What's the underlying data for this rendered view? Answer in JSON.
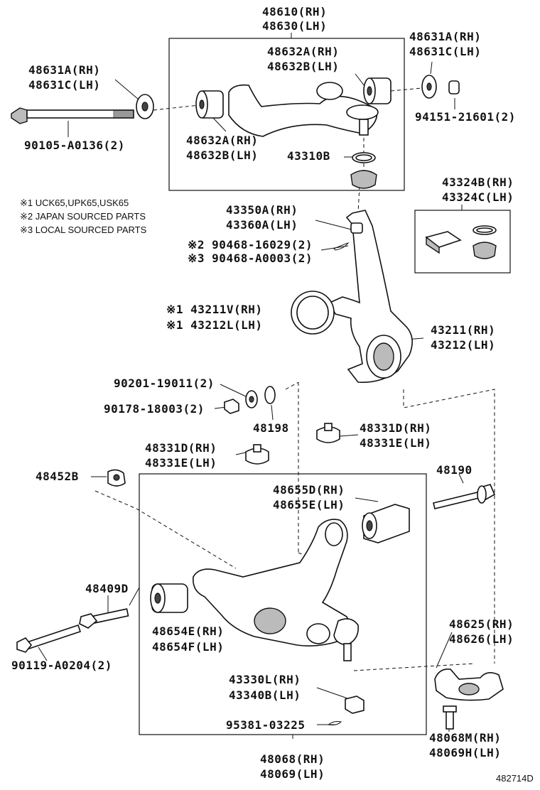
{
  "notes": {
    "n1": "※1 UCK65,UPK65,USK65",
    "n2": "※2 JAPAN SOURCED PARTS",
    "n3": "※3 LOCAL SOURCED PARTS"
  },
  "labels": {
    "upper_arm_rh": "48610(RH)",
    "upper_arm_lh": "48630(LH)",
    "bush_top_rh": "48632A(RH)",
    "bush_top_lh": "48632B(LH)",
    "washer_right_rh": "48631A(RH)",
    "washer_right_lh": "48631C(LH)",
    "washer_left_rh": "48631A(RH)",
    "washer_left_lh": "48631C(LH)",
    "nut_upper": "94151-21601(2)",
    "bolt_upper": "90105-A0136(2)",
    "bush_inner_rh": "48632A(RH)",
    "bush_inner_lh": "48632B(LH)",
    "ring_43310": "43310B",
    "kit_rh": "43324B(RH)",
    "kit_lh": "43324C(LH)",
    "nut_43350_rh": "43350A(RH)",
    "nut_43360_lh": "43360A(LH)",
    "pin_jp": "※2 90468-16029(2)",
    "pin_local": "※3 90468-A0003(2)",
    "seal_rh": "※1 43211V(RH)",
    "seal_lh": "※1 43212L(LH)",
    "knuckle_rh": "43211(RH)",
    "knuckle_lh": "43212(LH)",
    "washer_90201": "90201-19011(2)",
    "nut_90178": "90178-18003(2)",
    "stopper_48198": "48198",
    "bumper_right_rh": "48331D(RH)",
    "bumper_right_lh": "48331E(LH)",
    "bumper_left_rh": "48331D(RH)",
    "bumper_left_lh": "48331E(LH)",
    "cap_48452": "48452B",
    "bolt_48190": "48190",
    "bush_lower_rh": "48655D(RH)",
    "bush_lower_lh": "48655E(LH)",
    "bolt_48409": "48409D",
    "bush_front_rh": "48654E(RH)",
    "bush_front_lh": "48654F(LH)",
    "bolt_lower": "90119-A0204(2)",
    "bracket_rh": "48625(RH)",
    "bracket_lh": "48626(LH)",
    "nut_lower_rh": "43330L(RH)",
    "nut_lower_lh": "43340B(LH)",
    "pin_95381": "95381-03225",
    "bolt_48068m_rh": "48068M(RH)",
    "bolt_48069h_lh": "48069H(LH)",
    "lower_arm_rh": "48068(RH)",
    "lower_arm_lh": "48069(LH)"
  },
  "figure_ref": "482714D"
}
